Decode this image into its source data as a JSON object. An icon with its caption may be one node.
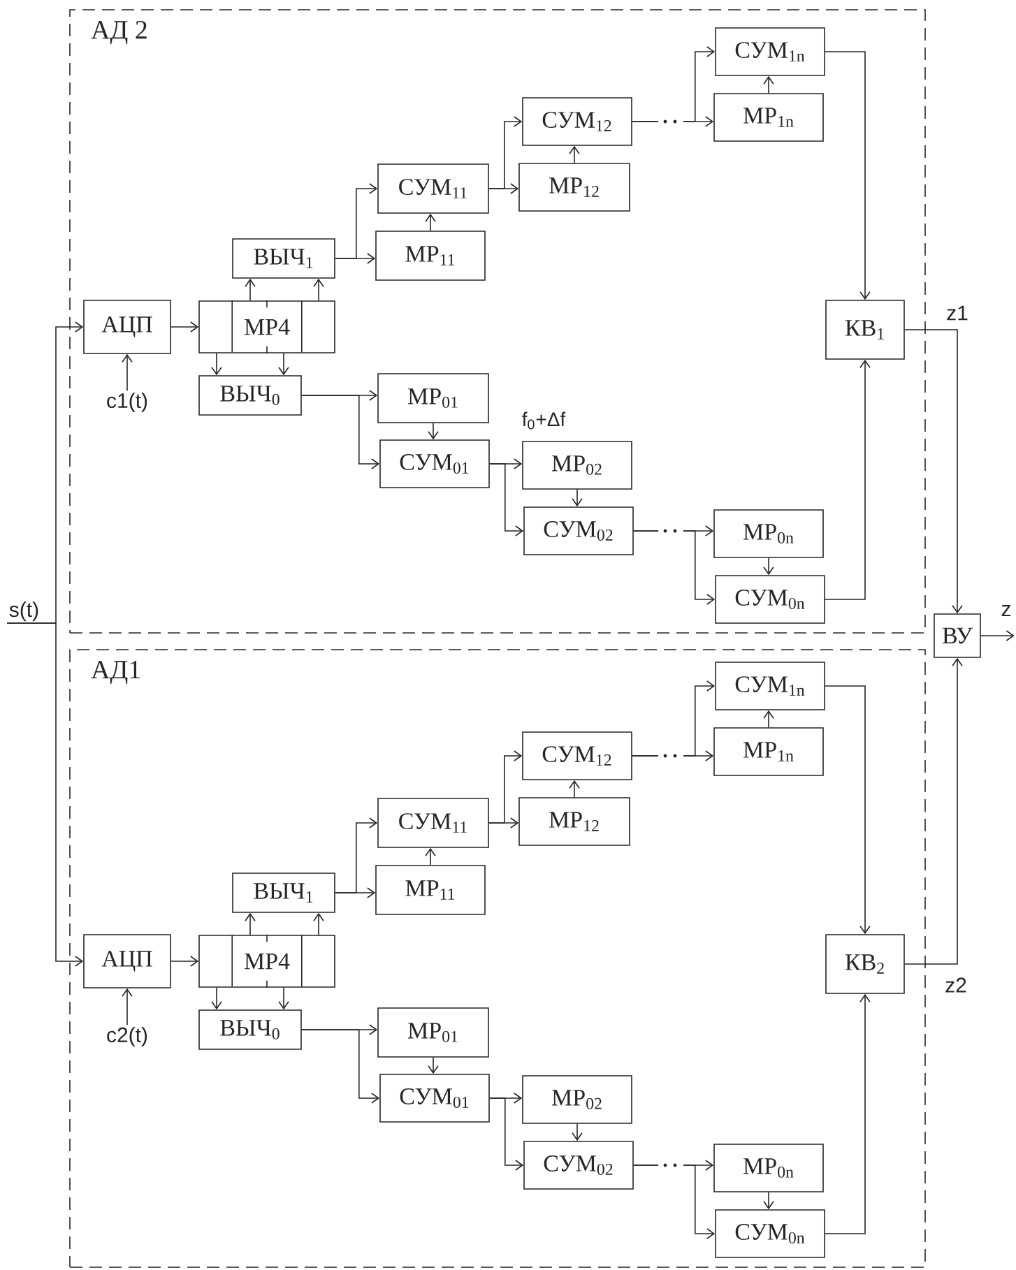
{
  "diagram": {
    "nodes": [
      {
        "text": [
          "АД 2"
        ]
      },
      {
        "text": [
          "АЦП"
        ],
        "in": 0
      },
      {
        "text": [
          "МР4"
        ],
        "in": 0
      },
      {
        "text": [
          "ВЫЧ$_{1}$"
        ],
        "in": 0
      },
      {
        "text": [
          "ВЫЧ$_{0}$"
        ],
        "in": 0
      },
      {
        "text": [
          "СУМ$_{11}$"
        ],
        "in": 0
      },
      {
        "text": [
          "МР$_{11}$"
        ],
        "in": 0
      },
      {
        "text": [
          "СУМ$_{12}$"
        ],
        "in": 0
      },
      {
        "text": [
          "МР$_{12}$"
        ],
        "in": 0
      },
      {
        "text": [
          "СУМ$_{1n}$"
        ],
        "in": 0
      },
      {
        "text": [
          "МР$_{1n}$"
        ],
        "in": 0
      },
      {
        "text": [
          "МР$_{01}$"
        ],
        "in": 0
      },
      {
        "text": [
          "СУМ$_{01}$"
        ],
        "in": 0
      },
      {
        "text": [
          "МР$_{02}$"
        ],
        "in": 0
      },
      {
        "text": [
          "СУМ$_{02}$"
        ],
        "in": 0
      },
      {
        "text": [
          "МР$_{0n}$"
        ],
        "in": 0
      },
      {
        "text": [
          "СУМ$_{0n}$"
        ],
        "in": 0
      },
      {
        "text": [
          "КВ$_{1}$"
        ],
        "in": 0
      },
      {
        "text": [
          "c1(t)"
        ],
        "in": 0
      },
      {
        "text": [
          "АД1"
        ]
      },
      {
        "text": [
          "АЦП"
        ],
        "in": 19
      },
      {
        "text": [
          "МР4"
        ],
        "in": 19
      },
      {
        "text": [
          "ВЫЧ$_{1}$"
        ],
        "in": 19
      },
      {
        "text": [
          "ВЫЧ$_{0}$"
        ],
        "in": 19
      },
      {
        "text": [
          "СУМ$_{11}$"
        ],
        "in": 19
      },
      {
        "text": [
          "МР$_{11}$"
        ],
        "in": 19
      },
      {
        "text": [
          "СУМ$_{12}$"
        ],
        "in": 19
      },
      {
        "text": [
          "МР$_{12}$"
        ],
        "in": 19
      },
      {
        "text": [
          "СУМ$_{1n}$"
        ],
        "in": 19
      },
      {
        "text": [
          "МР$_{1n}$"
        ],
        "in": 19
      },
      {
        "text": [
          "МР$_{01}$"
        ],
        "in": 19
      },
      {
        "text": [
          "СУМ$_{01}$"
        ],
        "in": 19
      },
      {
        "text": [
          "МР$_{02}$"
        ],
        "in": 19
      },
      {
        "text": [
          "СУМ$_{02}$"
        ],
        "in": 19
      },
      {
        "text": [
          "МР$_{0n}$"
        ],
        "in": 19
      },
      {
        "text": [
          "СУМ$_{0n}$"
        ],
        "in": 19
      },
      {
        "text": [
          "КВ$_{2}$"
        ],
        "in": 19
      },
      {
        "text": [
          "c2(t)"
        ],
        "in": 19
      },
      {
        "text": [
          "ВУ"
        ]
      },
      {
        "text": [
          "s(t)"
        ]
      }
    ],
    "edges": [
      {
        "from": 1,
        "to": 2,
        "arrow": "to"
      },
      {
        "from": 2,
        "to": 3,
        "arrow": "to"
      },
      {
        "from": 2,
        "to": 3,
        "arrow": "to"
      },
      {
        "from": 2,
        "to": 4,
        "arrow": "to"
      },
      {
        "from": 2,
        "to": 4,
        "arrow": "to"
      },
      {
        "from": 3,
        "to": 5,
        "arrow": "to"
      },
      {
        "from": 3,
        "to": 6,
        "arrow": "to"
      },
      {
        "from": 6,
        "to": 5,
        "arrow": "to"
      },
      {
        "from": 5,
        "to": 7,
        "arrow": "to"
      },
      {
        "from": 5,
        "to": 8,
        "arrow": "to"
      },
      {
        "from": 8,
        "to": 7,
        "arrow": "to"
      },
      {
        "from": 7,
        "to": 9,
        "arrow": "to"
      },
      {
        "from": 7,
        "to": 10,
        "arrow": "to"
      },
      {
        "from": 10,
        "to": 9,
        "arrow": "to"
      },
      {
        "from": 9,
        "to": 17,
        "arrow": "to"
      },
      {
        "from": 4,
        "to": 11,
        "arrow": "to"
      },
      {
        "from": 4,
        "to": 12,
        "arrow": "to"
      },
      {
        "from": 11,
        "to": 12,
        "arrow": "to"
      },
      {
        "from": 12,
        "to": 13,
        "arrow": "to"
      },
      {
        "from": 12,
        "to": 14,
        "arrow": "to"
      },
      {
        "from": 13,
        "to": 14,
        "arrow": "to"
      },
      {
        "from": 14,
        "to": 15,
        "arrow": "to"
      },
      {
        "from": 14,
        "to": 16,
        "arrow": "to"
      },
      {
        "from": 15,
        "to": 16,
        "arrow": "to"
      },
      {
        "from": 16,
        "to": 17,
        "arrow": "to"
      },
      {
        "from": 18,
        "to": 1,
        "arrow": "to"
      },
      {
        "from": 20,
        "to": 21,
        "arrow": "to"
      },
      {
        "from": 21,
        "to": 22,
        "arrow": "to"
      },
      {
        "from": 21,
        "to": 22,
        "arrow": "to"
      },
      {
        "from": 21,
        "to": 23,
        "arrow": "to"
      },
      {
        "from": 21,
        "to": 23,
        "arrow": "to"
      },
      {
        "from": 22,
        "to": 24,
        "arrow": "to"
      },
      {
        "from": 22,
        "to": 25,
        "arrow": "to"
      },
      {
        "from": 25,
        "to": 24,
        "arrow": "to"
      },
      {
        "from": 24,
        "to": 26,
        "arrow": "to"
      },
      {
        "from": 24,
        "to": 27,
        "arrow": "to"
      },
      {
        "from": 27,
        "to": 26,
        "arrow": "to"
      },
      {
        "from": 26,
        "to": 28,
        "arrow": "to"
      },
      {
        "from": 26,
        "to": 29,
        "arrow": "to"
      },
      {
        "from": 29,
        "to": 28,
        "arrow": "to"
      },
      {
        "from": 28,
        "to": 36,
        "arrow": "to"
      },
      {
        "from": 23,
        "to": 30,
        "arrow": "to"
      },
      {
        "from": 23,
        "to": 31,
        "arrow": "to"
      },
      {
        "from": 30,
        "to": 31,
        "arrow": "to"
      },
      {
        "from": 31,
        "to": 32,
        "arrow": "to"
      },
      {
        "from": 31,
        "to": 33,
        "arrow": "to"
      },
      {
        "from": 32,
        "to": 33,
        "arrow": "to"
      },
      {
        "from": 33,
        "to": 34,
        "arrow": "to"
      },
      {
        "from": 33,
        "to": 35,
        "arrow": "to"
      },
      {
        "from": 34,
        "to": 35,
        "arrow": "to"
      },
      {
        "from": 35,
        "to": 36,
        "arrow": "to"
      },
      {
        "from": 37,
        "to": 20,
        "arrow": "to"
      },
      {
        "from": 39,
        "to": 1,
        "arrow": "to"
      },
      {
        "from": 39,
        "to": 20,
        "arrow": "to"
      },
      {
        "from": 17,
        "to": 38,
        "arrow": "to",
        "label": "z1"
      },
      {
        "from": 36,
        "to": 38,
        "arrow": "to",
        "label": "z2"
      },
      {
        "from": 38,
        "to": null,
        "arrow": "to",
        "label": "z"
      }
    ],
    "labels": [
      "f$_{0}$+Δf"
    ]
  }
}
